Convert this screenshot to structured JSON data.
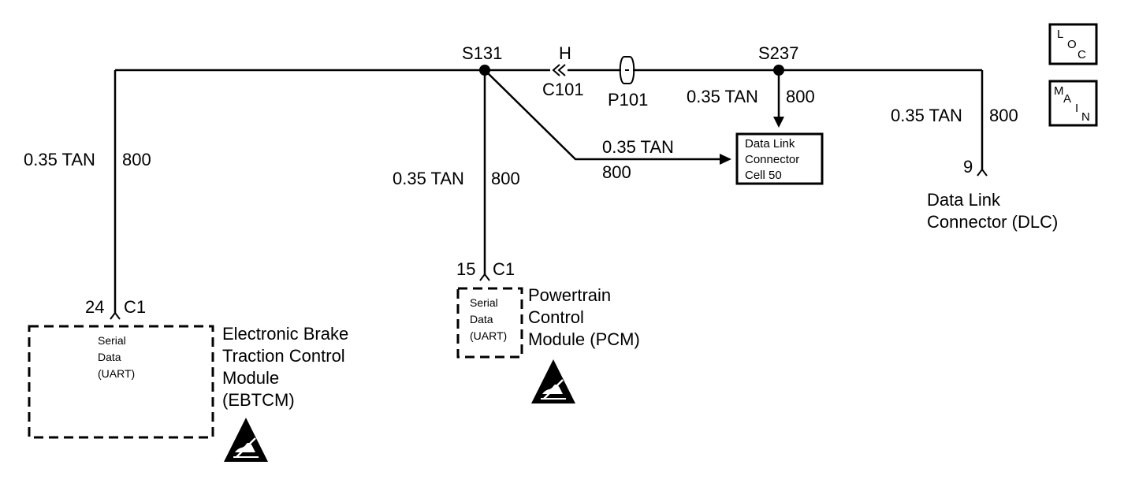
{
  "splices": {
    "s131": "S131",
    "s237": "S237"
  },
  "connectors": {
    "c101": {
      "cavity": "H",
      "name": "C101"
    },
    "p101": "P101"
  },
  "wires": {
    "ebtcm_size": "0.35 TAN",
    "ebtcm_circuit": "800",
    "pcm_size": "0.35 TAN",
    "pcm_circuit": "800",
    "branch_size": "0.35 TAN",
    "branch_circuit": "800",
    "s237_size": "0.35 TAN",
    "s237_circuit": "800",
    "dlc_size": "0.35 TAN",
    "dlc_circuit": "800"
  },
  "ebtcm": {
    "pin": "24",
    "connector": "C1",
    "inner": [
      "Serial",
      "Data",
      "(UART)"
    ],
    "name": [
      "Electronic Brake",
      "Traction Control",
      "Module",
      "(EBTCM)"
    ]
  },
  "pcm": {
    "pin": "15",
    "connector": "C1",
    "inner": [
      "Serial",
      "Data",
      "(UART)"
    ],
    "name": [
      "Powertrain",
      "Control",
      "Module (PCM)"
    ]
  },
  "dlc_ref": {
    "lines": [
      "Data Link",
      "Connector",
      "Cell 50"
    ]
  },
  "dlc": {
    "pin": "9",
    "name": [
      "Data Link",
      "Connector (DLC)"
    ]
  },
  "nav": {
    "loc": [
      "L",
      "O",
      "C"
    ],
    "main": [
      "M",
      "A",
      "I",
      "N"
    ]
  },
  "icons": {
    "esd": "esd-warning-icon"
  }
}
